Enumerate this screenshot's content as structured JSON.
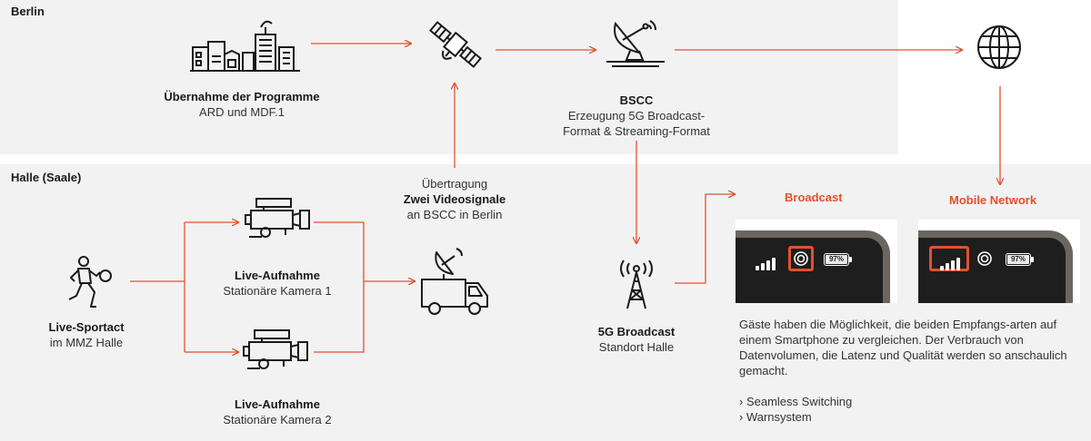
{
  "regions": {
    "berlin": "Berlin",
    "halle": "Halle (Saale)"
  },
  "nodes": {
    "programme": {
      "title": "Übernahme der Programme",
      "subtitle": "ARD und MDF.1"
    },
    "bscc": {
      "title": "BSCC",
      "line1": "Erzeugung 5G Broadcast-",
      "line2": "Format & Streaming-Format"
    },
    "uplink": {
      "line1": "Übertragung",
      "title": "Zwei Videosignale",
      "line2": "an BSCC in Berlin"
    },
    "sportact": {
      "title": "Live-Sportact",
      "subtitle": "im MMZ Halle"
    },
    "camera1": {
      "title": "Live-Aufnahme",
      "subtitle": "Stationäre Kamera 1"
    },
    "camera2": {
      "title": "Live-Aufnahme",
      "subtitle": "Stationäre Kamera 2"
    },
    "broadcast_site": {
      "title": "5G Broadcast",
      "subtitle": "Standort Halle"
    }
  },
  "phones": {
    "broadcast": {
      "title": "Broadcast",
      "battery": "97%"
    },
    "mobile": {
      "title": "Mobile Network",
      "battery": "97%"
    }
  },
  "description": {
    "text": "Gäste haben die Möglichkeit, die beiden Empfangs-arten auf einem Smartphone zu vergleichen. Der Verbrauch von Datenvolumen, die Latenz und Qualität werden so anschaulich gemacht.",
    "bullets": [
      "› Seamless Switching",
      "› Warnsystem"
    ]
  },
  "colors": {
    "accent": "#e3512d",
    "panel": "#f2f2f2",
    "icon": "#1a1a1a"
  },
  "icons": [
    "buildings-icon",
    "satellite-icon",
    "satellite-dish-icon",
    "globe-icon",
    "football-player-icon",
    "video-camera-icon",
    "ob-van-icon",
    "broadcast-tower-icon",
    "signal-bars-icon",
    "broadcast-target-icon",
    "battery-icon"
  ]
}
